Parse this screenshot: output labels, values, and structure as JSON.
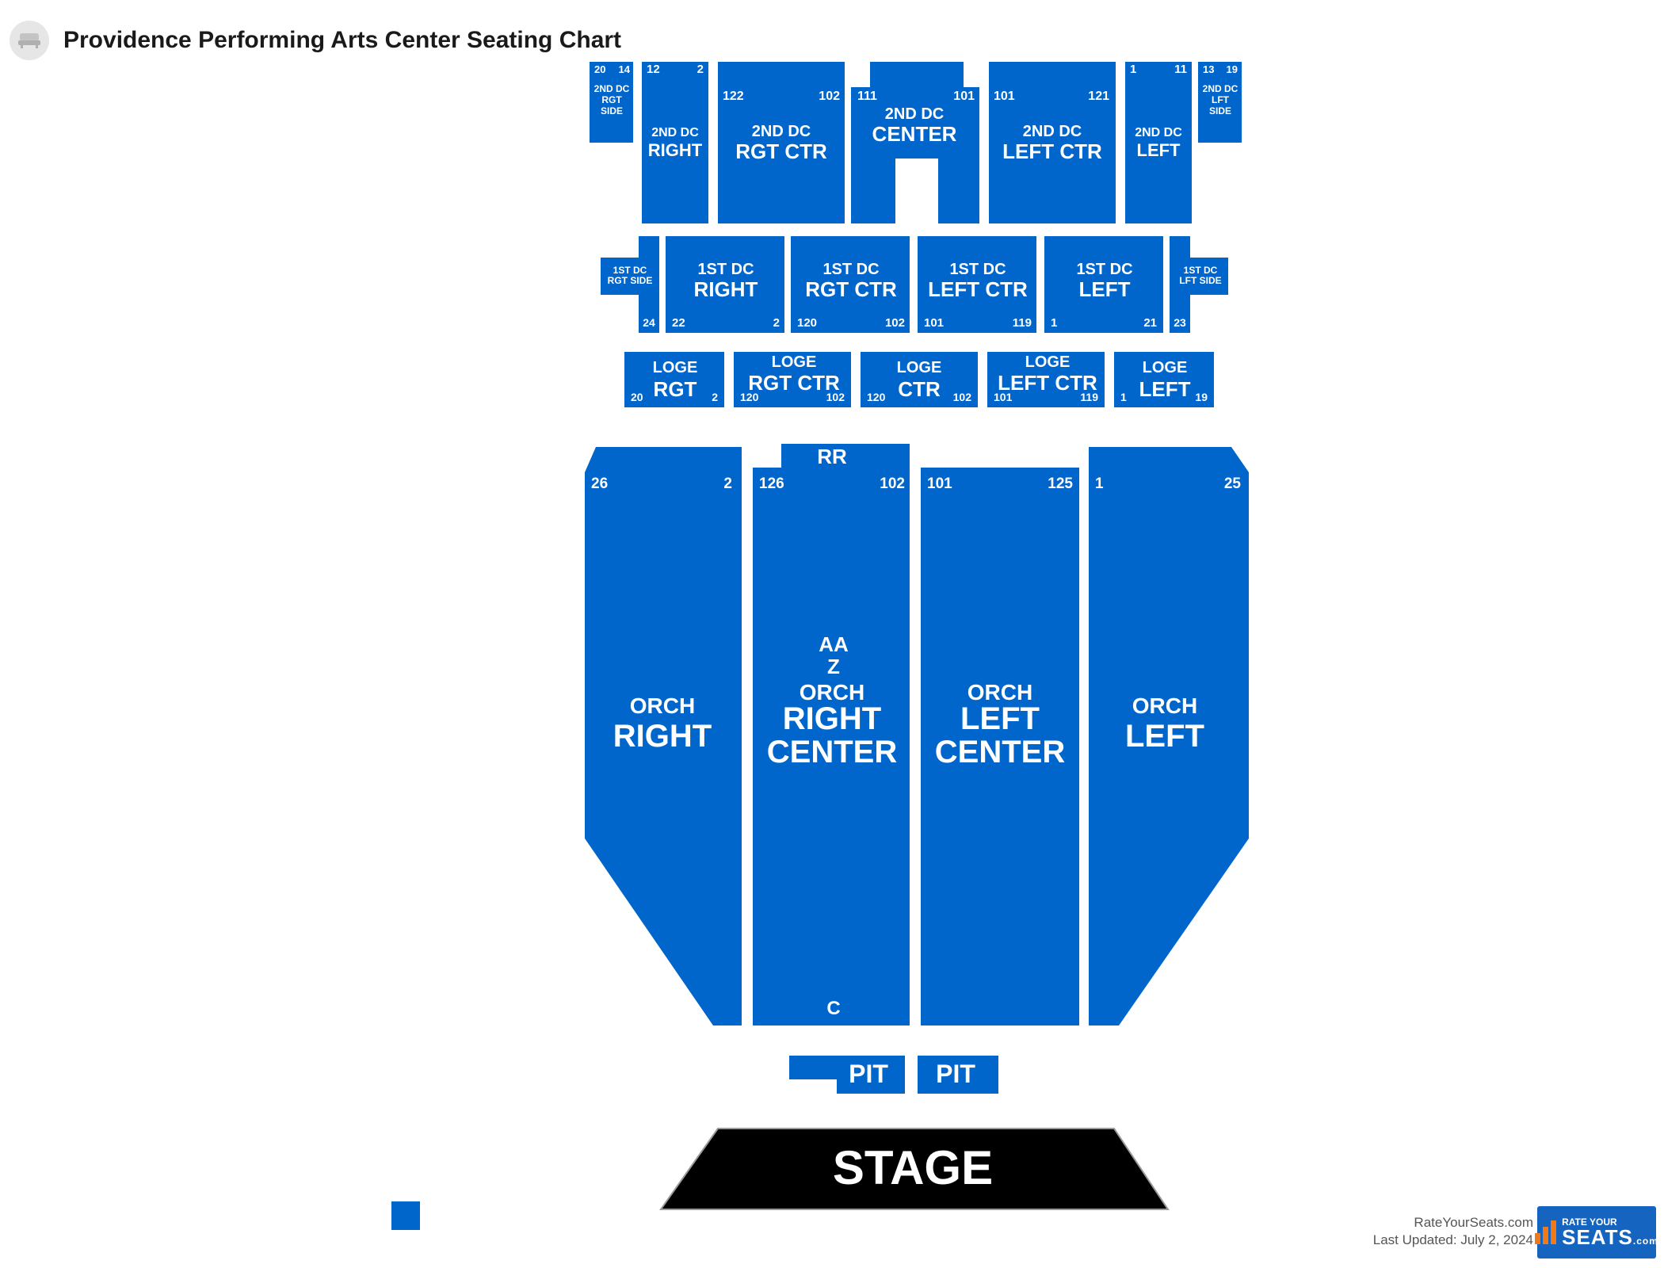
{
  "title": "Providence Performing Arts Center Seating Chart",
  "colors": {
    "section": "#0066cc",
    "stage": "#000000",
    "label": "#ffffff",
    "brand": "#1565c0",
    "brand_accent": "#f07a1a"
  },
  "icons": {
    "header_icon": "seat-icon",
    "brand_icon": "bar-chart-icon"
  },
  "stage_label": "STAGE",
  "sections": [
    {
      "id": "2nd-dc-rgt-side",
      "lines": [
        "2ND DC",
        "RGT",
        "SIDE"
      ],
      "nums": [
        "20",
        "14"
      ]
    },
    {
      "id": "2nd-dc-right",
      "lines": [
        "2ND DC",
        "RIGHT"
      ],
      "nums": [
        "12",
        "2"
      ]
    },
    {
      "id": "2nd-dc-rgt-ctr",
      "lines": [
        "2ND DC",
        "RGT CTR"
      ],
      "nums": [
        "122",
        "102"
      ]
    },
    {
      "id": "2nd-dc-center",
      "lines": [
        "2ND DC",
        "CENTER"
      ],
      "nums": [
        "111",
        "101"
      ]
    },
    {
      "id": "2nd-dc-left-ctr",
      "lines": [
        "2ND DC",
        "LEFT CTR"
      ],
      "nums": [
        "101",
        "121"
      ]
    },
    {
      "id": "2nd-dc-left",
      "lines": [
        "2ND DC",
        "LEFT"
      ],
      "nums": [
        "1",
        "11"
      ]
    },
    {
      "id": "2nd-dc-lft-side",
      "lines": [
        "2ND DC",
        "LFT",
        "SIDE"
      ],
      "nums": [
        "13",
        "19"
      ]
    },
    {
      "id": "1st-dc-rgt-side",
      "lines": [
        "1ST DC",
        "RGT SIDE"
      ],
      "nums": [
        "24"
      ]
    },
    {
      "id": "1st-dc-right",
      "lines": [
        "1ST DC",
        "RIGHT"
      ],
      "nums": [
        "22",
        "2"
      ]
    },
    {
      "id": "1st-dc-rgt-ctr",
      "lines": [
        "1ST DC",
        "RGT CTR"
      ],
      "nums": [
        "120",
        "102"
      ]
    },
    {
      "id": "1st-dc-left-ctr",
      "lines": [
        "1ST DC",
        "LEFT CTR"
      ],
      "nums": [
        "101",
        "119"
      ]
    },
    {
      "id": "1st-dc-left",
      "lines": [
        "1ST DC",
        "LEFT"
      ],
      "nums": [
        "1",
        "21"
      ]
    },
    {
      "id": "1st-dc-lft-side",
      "lines": [
        "1ST DC",
        "LFT SIDE"
      ],
      "nums": [
        "23"
      ]
    },
    {
      "id": "loge-rgt",
      "lines": [
        "LOGE",
        "RGT"
      ],
      "nums": [
        "20",
        "2"
      ]
    },
    {
      "id": "loge-rgt-ctr",
      "lines": [
        "LOGE",
        "RGT CTR"
      ],
      "nums": [
        "120",
        "102"
      ]
    },
    {
      "id": "loge-ctr",
      "lines": [
        "LOGE",
        "CTR"
      ],
      "nums": [
        "120",
        "102"
      ]
    },
    {
      "id": "loge-left-ctr",
      "lines": [
        "LOGE",
        "LEFT CTR"
      ],
      "nums": [
        "101",
        "119"
      ]
    },
    {
      "id": "loge-left",
      "lines": [
        "LOGE",
        "LEFT"
      ],
      "nums": [
        "1",
        "19"
      ]
    },
    {
      "id": "orch-right",
      "lines": [
        "ORCH",
        "RIGHT"
      ],
      "nums": [
        "26",
        "2"
      ]
    },
    {
      "id": "orch-right-center",
      "lines": [
        "ORCH",
        "RIGHT",
        "CENTER"
      ],
      "nums": [
        "126",
        "102"
      ],
      "rows": [
        "RR",
        "AA",
        "Z",
        "C"
      ]
    },
    {
      "id": "orch-left-center",
      "lines": [
        "ORCH",
        "LEFT",
        "CENTER"
      ],
      "nums": [
        "101",
        "125"
      ]
    },
    {
      "id": "orch-left",
      "lines": [
        "ORCH",
        "LEFT"
      ],
      "nums": [
        "1",
        "25"
      ]
    },
    {
      "id": "pit-right",
      "lines": [
        "PIT"
      ],
      "nums": []
    },
    {
      "id": "pit-left",
      "lines": [
        "PIT"
      ],
      "nums": []
    }
  ],
  "footer": {
    "site": "RateYourSeats.com",
    "updated": "Last Updated: July 2, 2024"
  },
  "brand": {
    "top": "RATE YOUR",
    "main": "SEATS",
    "suffix": ".com"
  }
}
